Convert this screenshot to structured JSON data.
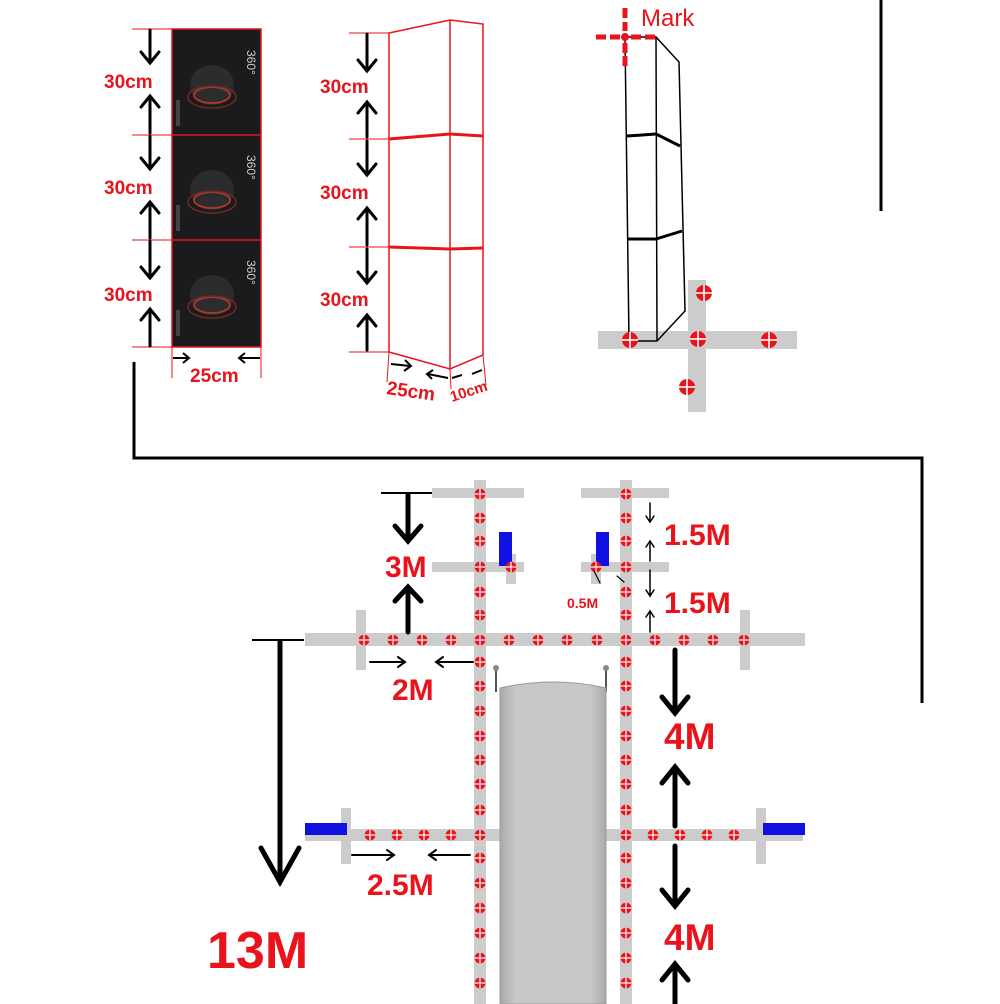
{
  "colors": {
    "red": "#e8131b",
    "black": "#000000",
    "gray_tape": "#cccccc",
    "blue_marker": "#1010e0",
    "panel_dark": "#1b1b1d",
    "carpet_gray": "#bdbdbd"
  },
  "panel_front": {
    "height_label_1": "30cm",
    "height_label_2": "30cm",
    "height_label_3": "30cm",
    "width_label": "25cm",
    "panel_brand": "360°"
  },
  "panel_box": {
    "height_label_1": "30cm",
    "height_label_2": "30cm",
    "height_label_3": "30cm",
    "width_label": "25cm",
    "depth_label": "10cm"
  },
  "marker_view": {
    "mark_label": "Mark"
  },
  "layout_plan": {
    "dim_3m": "3M",
    "dim_2m": "2M",
    "dim_1_5m_top": "1.5M",
    "dim_1_5m_bottom": "1.5M",
    "dim_0_5m": "0.5M",
    "dim_4m_top": "4M",
    "dim_4m_bottom": "4M",
    "dim_2_5m": "2.5M",
    "dim_13m": "13M"
  },
  "icons": {
    "light_marker": "red-circle-with-white-cross",
    "blue_marker": "blue-rectangle",
    "runway": "gray-carpet-walkway"
  }
}
